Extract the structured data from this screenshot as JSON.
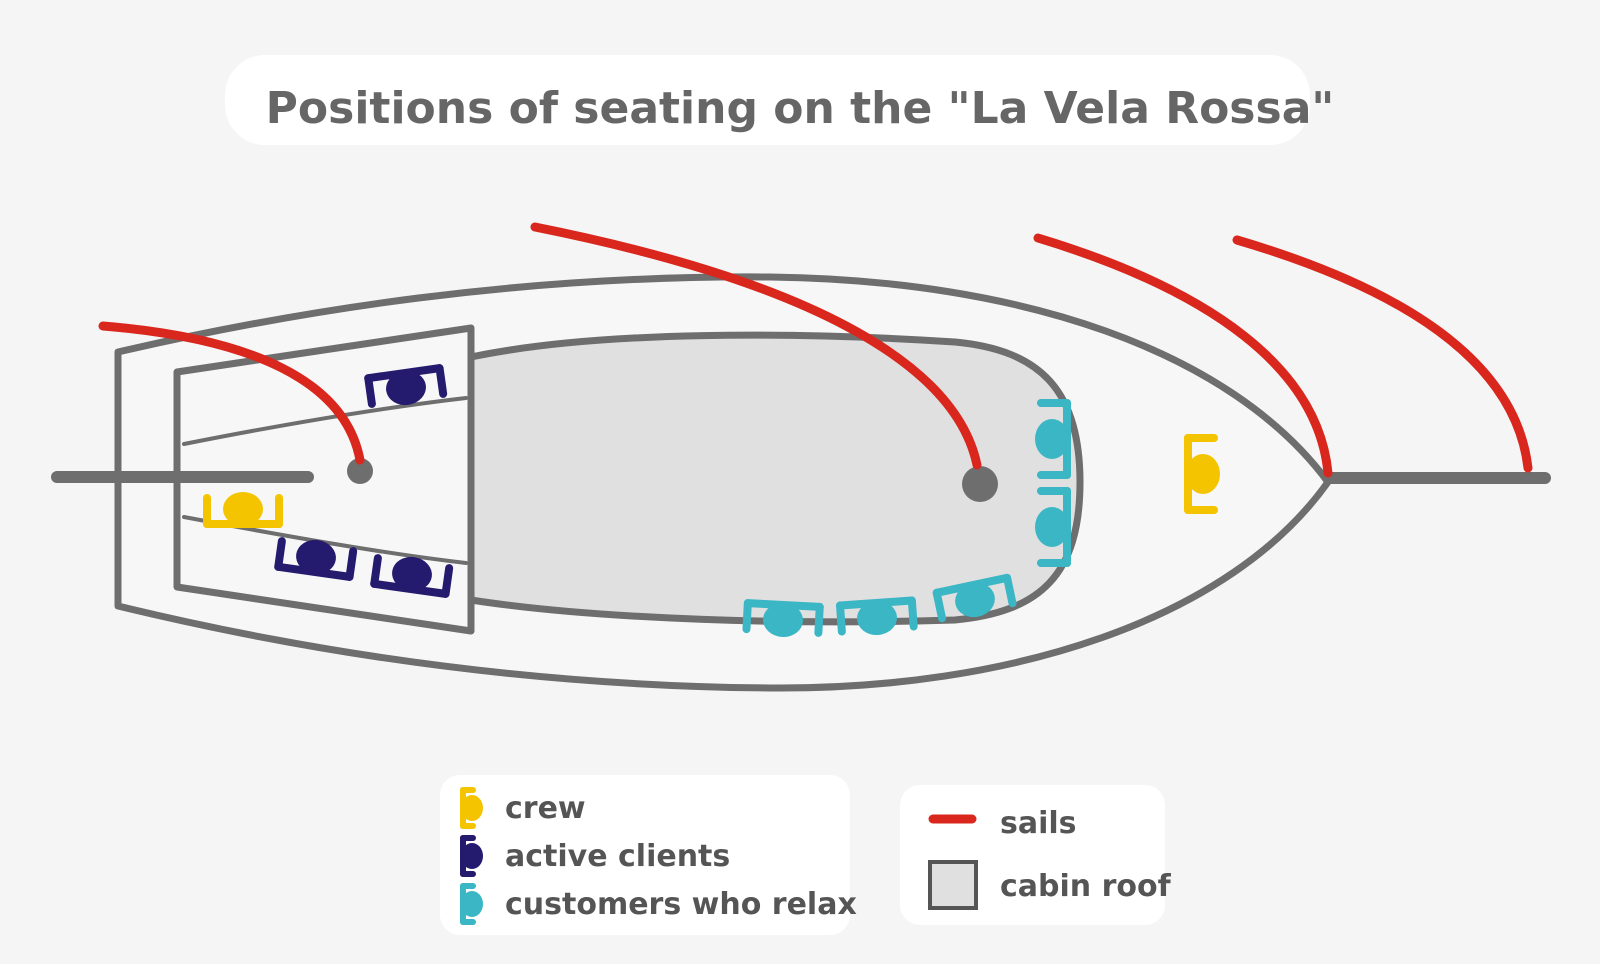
{
  "title": "Positions of seating on the \"La Vela Rossa\"",
  "colors": {
    "background": "#f5f5f5",
    "hull_stroke": "#6e6e6e",
    "cabin_roof": "#e0e0e0",
    "sail": "#d9271e",
    "crew": "#f5c400",
    "active_clients": "#241a6e",
    "relaxing_customers": "#3ab6c5"
  },
  "legend": {
    "crew": "crew",
    "active_clients": "active clients",
    "relaxing_customers": "customers who relax",
    "sails": "sails",
    "cabin_roof": "cabin roof"
  }
}
